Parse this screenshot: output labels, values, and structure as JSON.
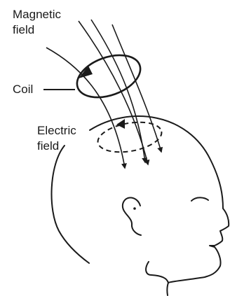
{
  "labels": {
    "magnetic_line1": "Magnetic",
    "magnetic_line2": "field",
    "coil": "Coil",
    "electric_line1": "Electric",
    "electric_line2": "field"
  },
  "colors": {
    "ink": "#1a1a1a",
    "background": "#ffffff"
  }
}
